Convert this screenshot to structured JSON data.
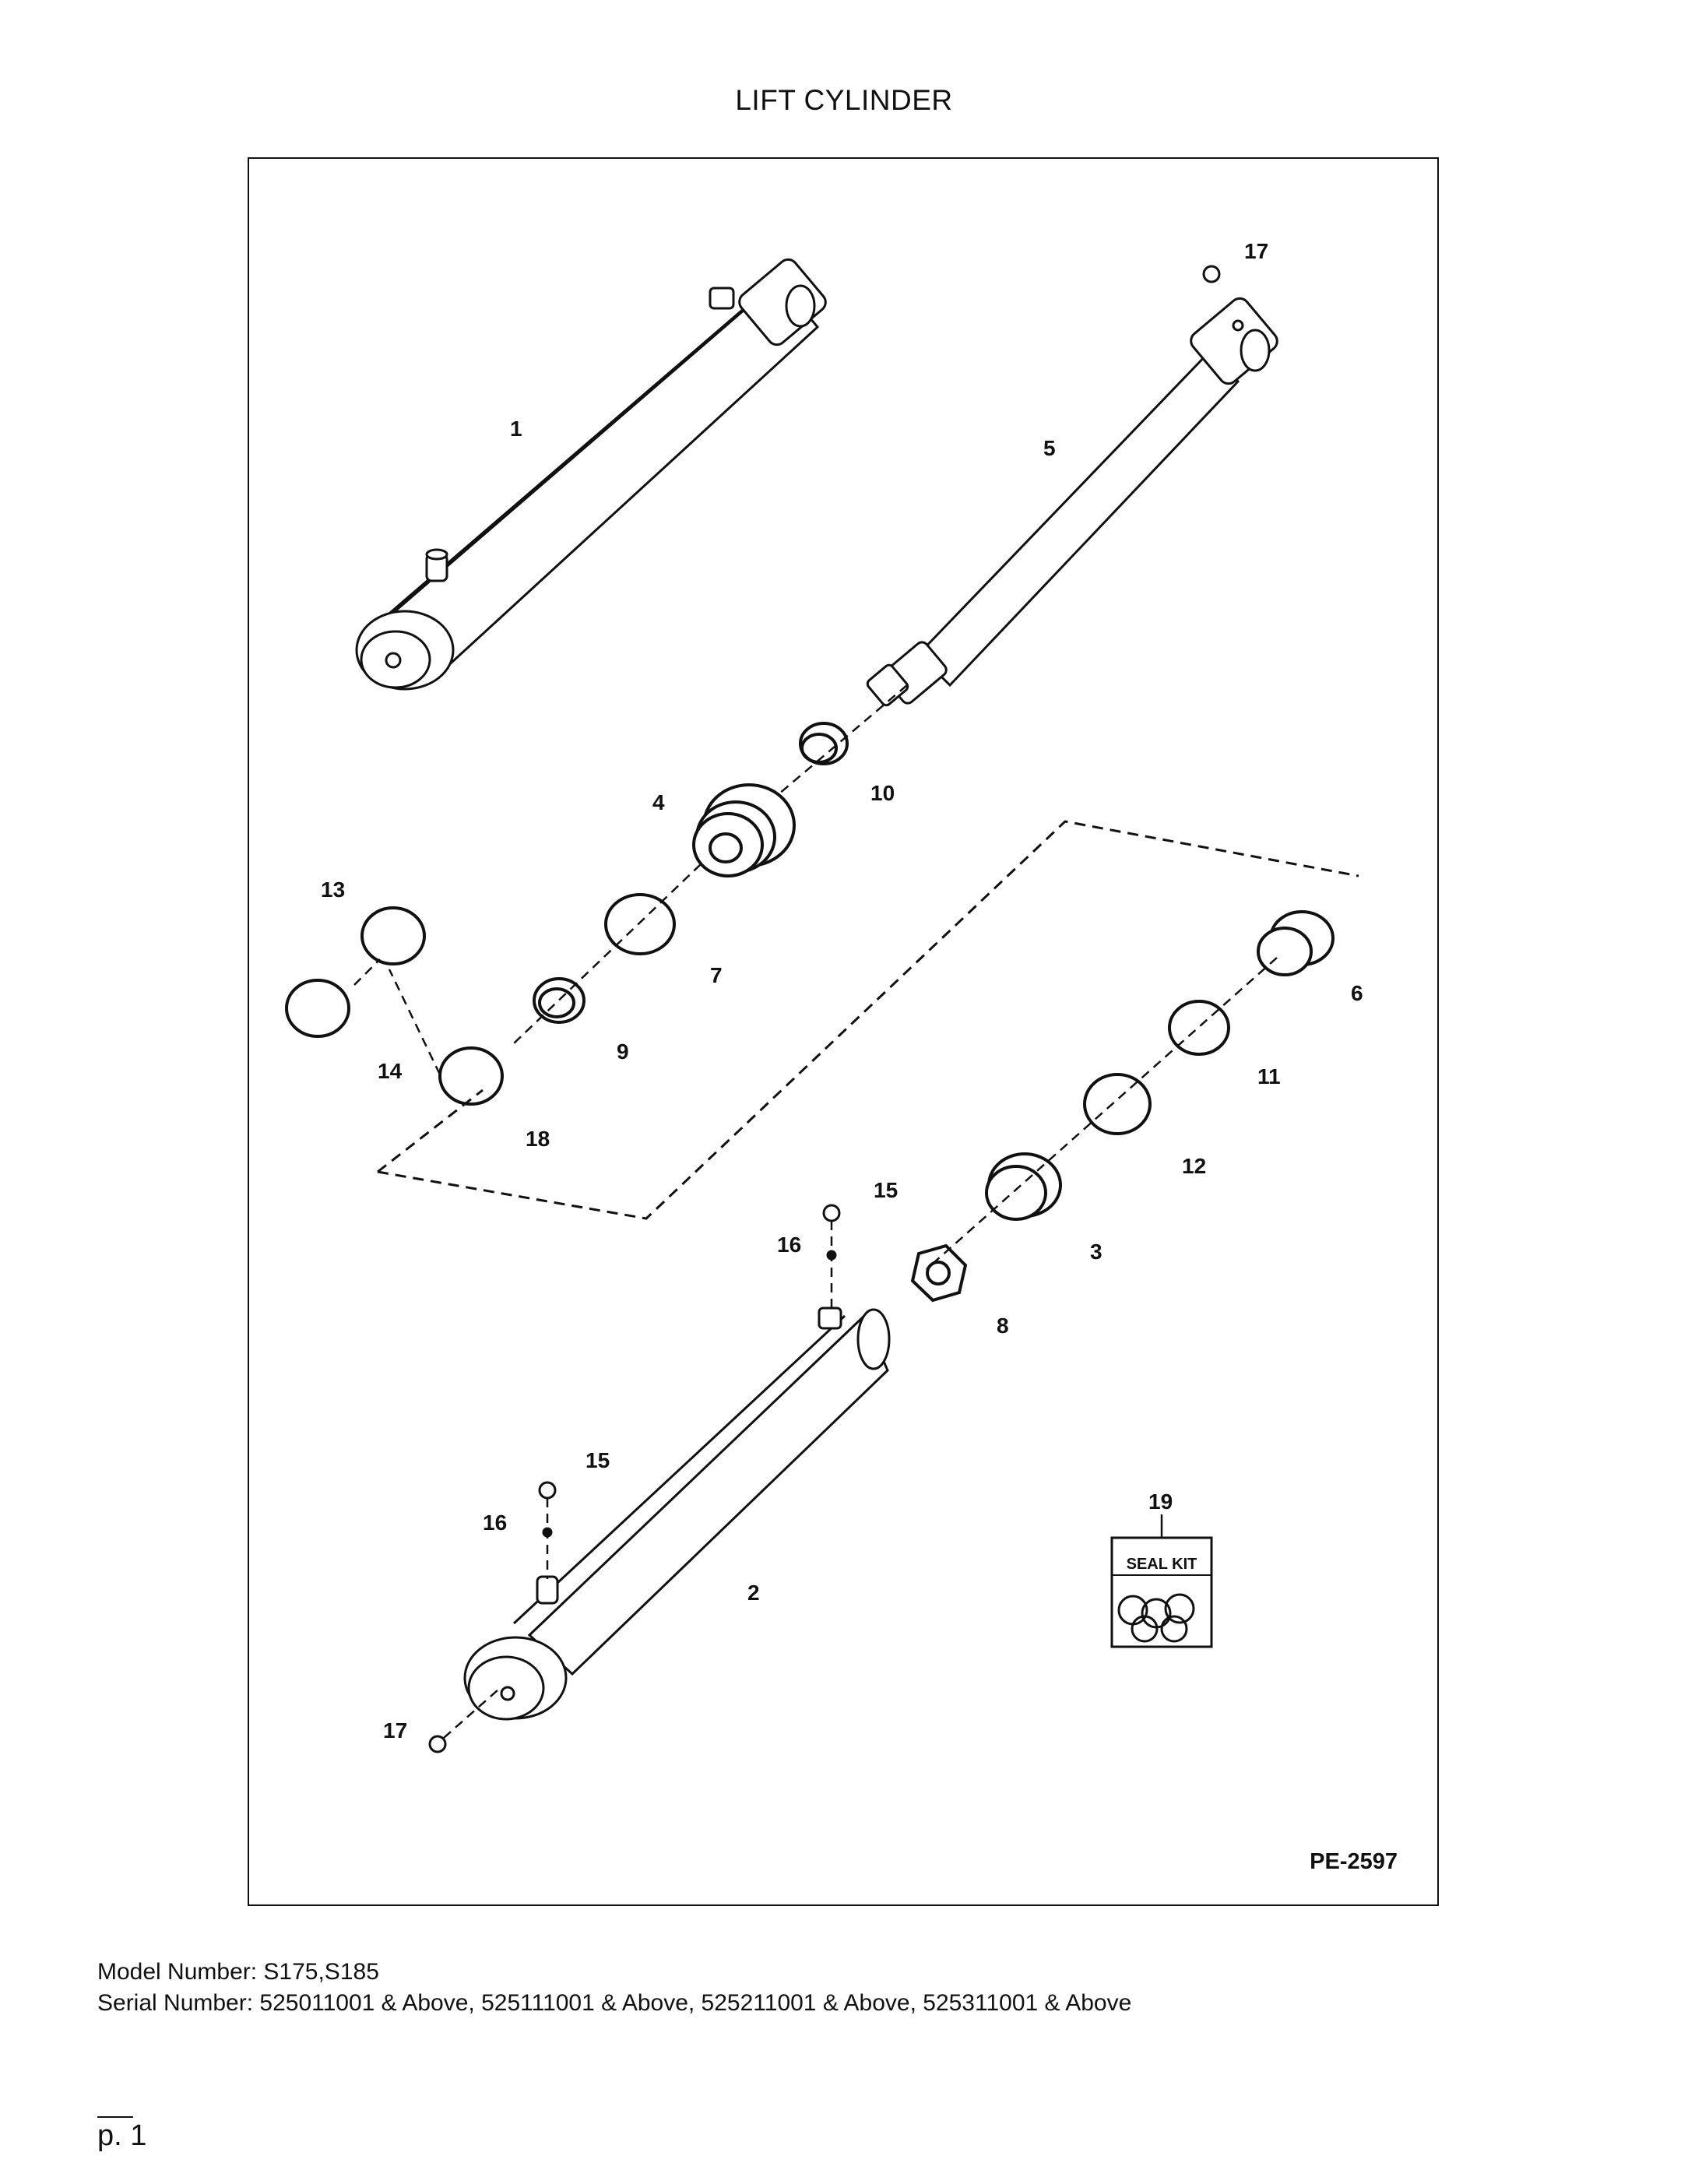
{
  "title": "LIFT CYLINDER",
  "diagram": {
    "callouts": [
      "1",
      "2",
      "3",
      "4",
      "5",
      "6",
      "7",
      "8",
      "9",
      "10",
      "11",
      "12",
      "13",
      "14",
      "15",
      "16",
      "17",
      "18",
      "19"
    ],
    "seal_kit_label": "SEAL KIT",
    "figure_id": "PE-2597"
  },
  "footer": {
    "model_line": "Model Number: S175,S185",
    "serial_line": "Serial Number: 525011001 & Above, 525111001 & Above, 525211001 & Above, 525311001 & Above",
    "page_label": "p. 1"
  }
}
